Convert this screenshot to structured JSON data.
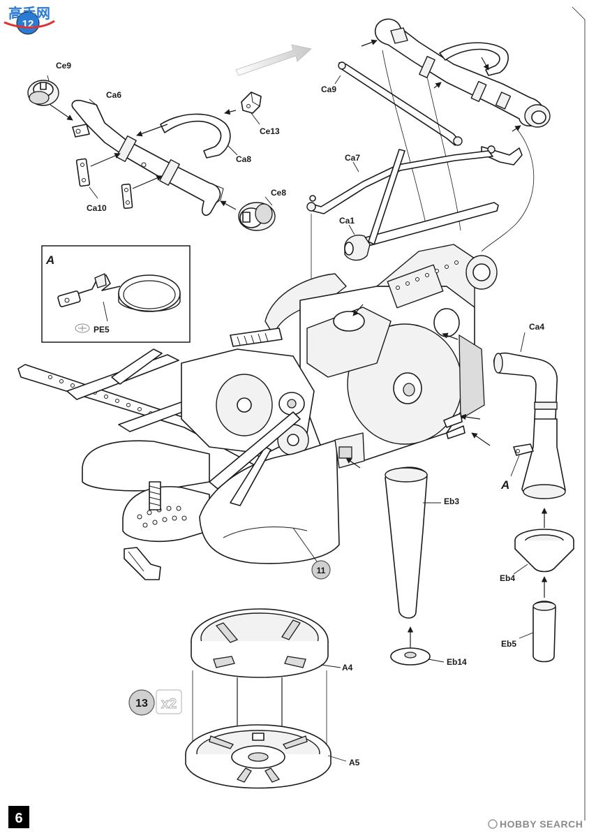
{
  "page": {
    "number": "6",
    "corner_step": "12",
    "watermark_left": "高手网",
    "watermark_right": "HOBBY SEARCH"
  },
  "steps": {
    "step_11": "11",
    "step_13": "13",
    "multiplier_13": "x2"
  },
  "inset": {
    "title": "A",
    "part_label": "PE5"
  },
  "callout_a": "A",
  "parts": {
    "ce9": "Ce9",
    "ca6": "Ca6",
    "ce13": "Ce13",
    "ca8": "Ca8",
    "ca10": "Ca10",
    "ce8": "Ce8",
    "ca9": "Ca9",
    "ca7": "Ca7",
    "ca1": "Ca1",
    "ca4": "Ca4",
    "eb3": "Eb3",
    "eb4": "Eb4",
    "eb5": "Eb5",
    "eb14": "Eb14",
    "a4": "A4",
    "a5": "A5"
  },
  "colors": {
    "line": "#1a1a1a",
    "step_badge": "#d0d0d0",
    "page_number_bg": "#000000",
    "corner_badge": "#2a7bd4"
  }
}
